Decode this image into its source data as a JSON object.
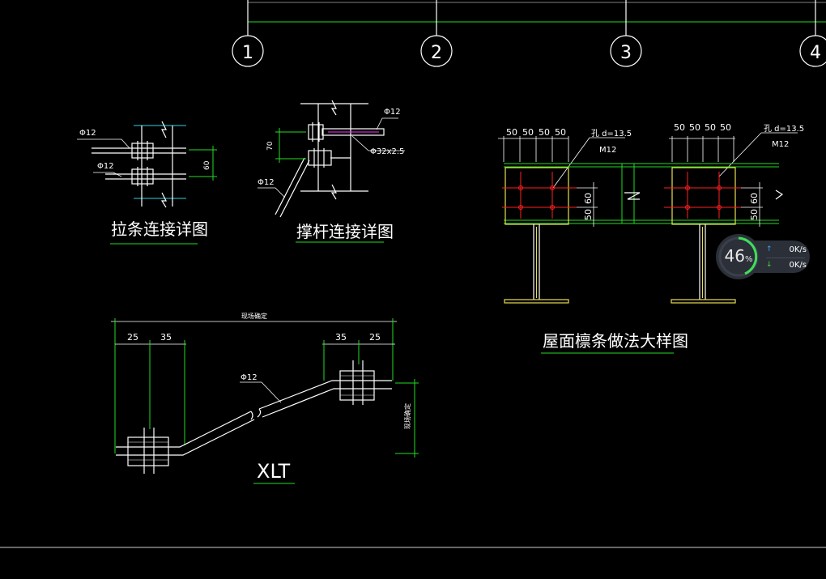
{
  "axes": [
    "1",
    "2",
    "3",
    "4"
  ],
  "detail_tie": {
    "title": "拉条连接详图",
    "label_top": "Φ12",
    "label_bottom": "Φ12",
    "dim": "60"
  },
  "detail_strut": {
    "title": "撑杆连接详图",
    "label_rod": "Φ12",
    "label_tube": "Φ32x2.5",
    "label_diag": "Φ12",
    "dim": "70"
  },
  "detail_purlin": {
    "title": "屋面檩条做法大样图",
    "dims_top_left": [
      "50",
      "50",
      "50",
      "50"
    ],
    "dims_top_right": [
      "50",
      "50",
      "50",
      "50"
    ],
    "hole_left": "孔 d=13.5",
    "bolt_left": "M12",
    "hole_right": "孔 d=13.5",
    "bolt_right": "M12",
    "dims_side_left": [
      "50",
      "60"
    ],
    "dims_side_right": [
      "50",
      "60"
    ]
  },
  "detail_xlt": {
    "title": "XLT",
    "rod_label": "Φ12",
    "overall_dim": "现场确定",
    "vertical_dim": "现场确定",
    "dims_left": [
      "25",
      "35"
    ],
    "dims_right": [
      "35",
      "25"
    ]
  },
  "net_widget": {
    "percent": "46",
    "percent_unit": "%",
    "upload": "0K/s",
    "download": "0K/s",
    "up_arrow": "↑",
    "down_arrow": "↓"
  }
}
